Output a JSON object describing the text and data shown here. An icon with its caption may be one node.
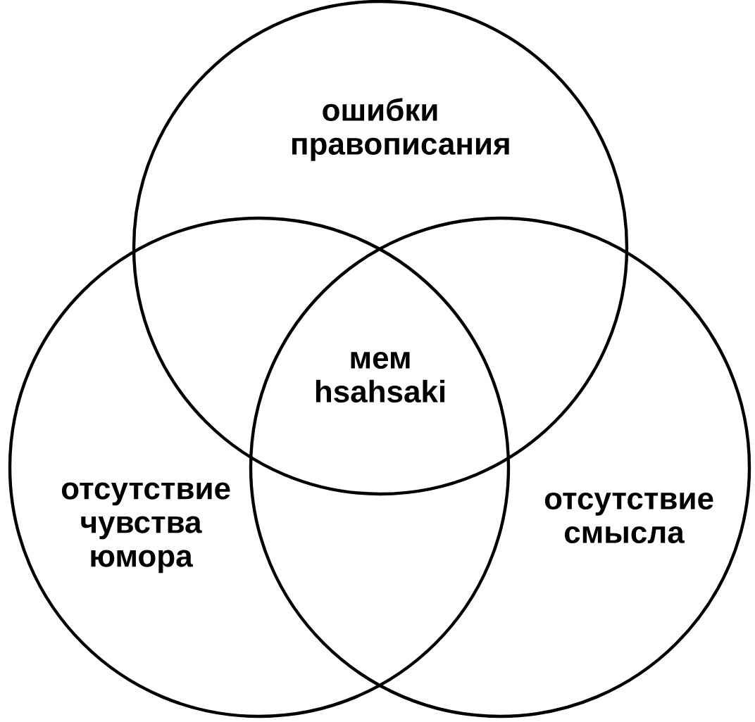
{
  "diagram": {
    "nodes": [
      {
        "text": [
          "ошибки правописания"
        ]
      },
      {
        "text": [
          "отсутствие чувства юмора"
        ]
      },
      {
        "text": [
          "отсутствие смысла"
        ]
      }
    ],
    "labels": [
      "мем hsahsaki"
    ]
  }
}
